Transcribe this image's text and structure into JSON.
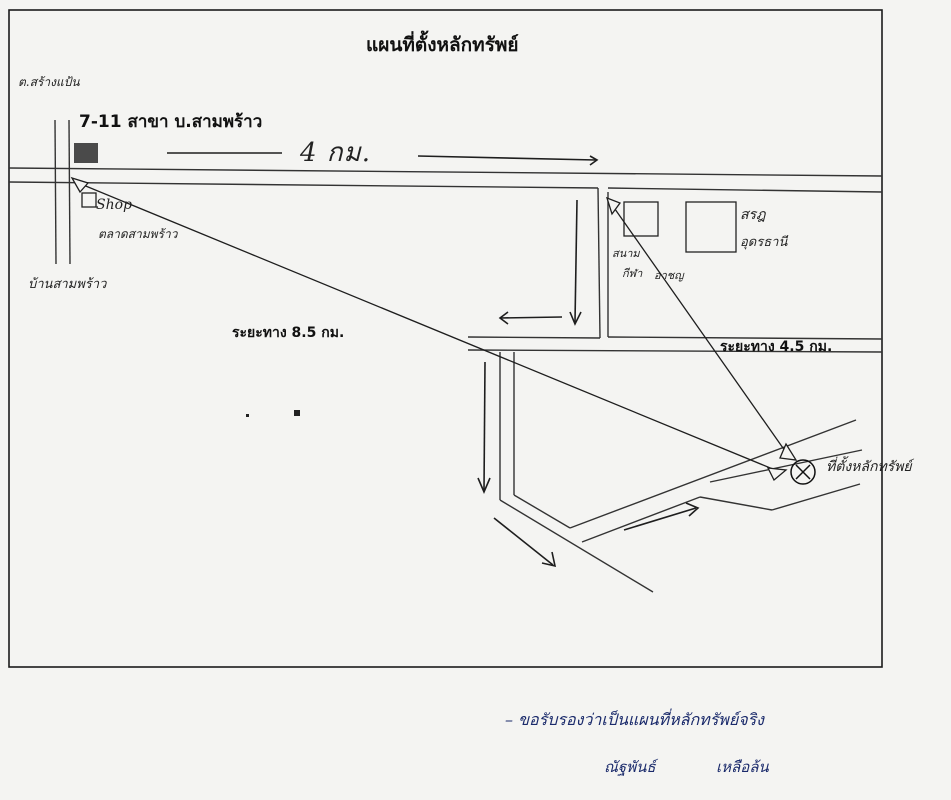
{
  "map": {
    "title": "แผนที่ตั้งหลักทรัพย์",
    "store_label": "7-11 สาขา บ.สามพร้าว",
    "distance_label_1": "ระยะทาง 8.5 กม.",
    "distance_label_2": "ระยะทาง 4.5 กม.",
    "handwritten": {
      "top_distance": "4 กม.",
      "northwest": "ต.สร้างแป้น",
      "shop": "Shop",
      "market": "ตลาดสามพร้าว",
      "village": "บ้านสามพร้าว",
      "northeast_1": "สรฎ",
      "northeast_2": "อุดรธานี",
      "small_1": "สนาม",
      "small_2": "กีฬา",
      "small_3": "อาชญ",
      "target": "ที่ตั้งหลักทรัพย์"
    }
  },
  "footer": {
    "note": "– ขอรับรองว่าเป็นแผนที่หลักทรัพย์จริง",
    "signature_1": "ณัฐพันธ์",
    "signature_2": "เหลือล้น"
  },
  "colors": {
    "paper": "#f4f4f2",
    "ink": "#111111",
    "pen_blue": "#1a2a6b"
  },
  "icons": {
    "store_marker": "filled-square",
    "target_marker": "circled-x"
  }
}
